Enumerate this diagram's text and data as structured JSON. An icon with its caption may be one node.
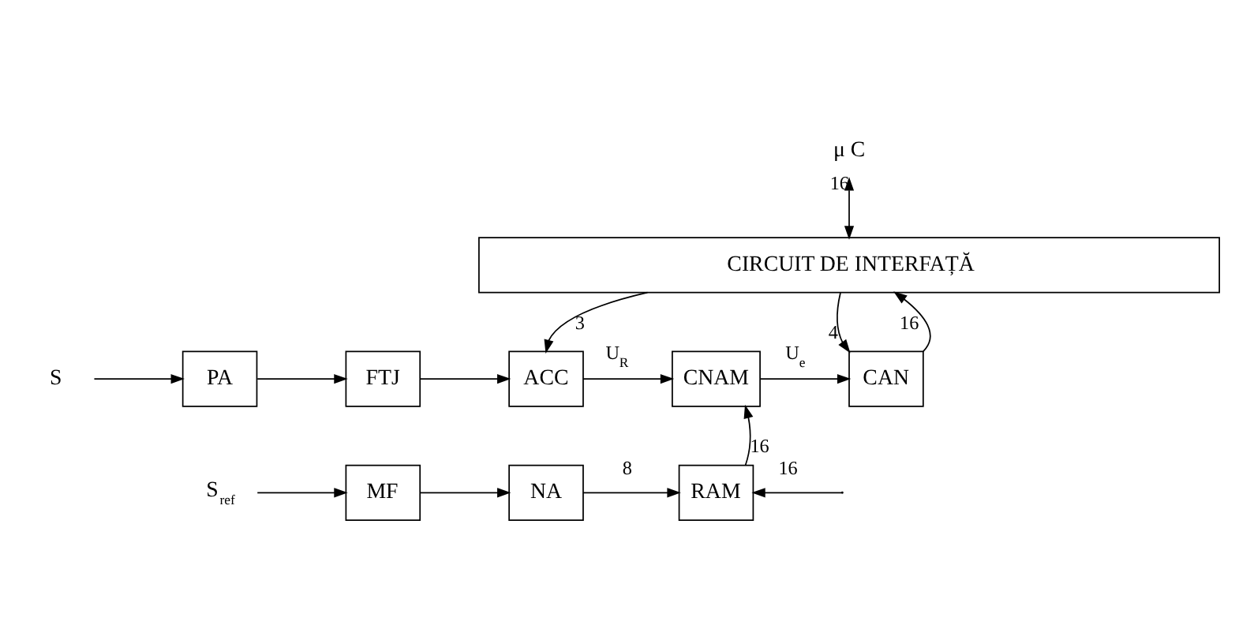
{
  "diagram": {
    "nodes": [
      {
        "text": [
          "μ C"
        ]
      },
      {
        "text": [
          "CIRCUIT DE INTERFAȚĂ"
        ]
      },
      {
        "text": [
          "S"
        ]
      },
      {
        "text": [
          "PA"
        ]
      },
      {
        "text": [
          "FTJ"
        ]
      },
      {
        "text": [
          "ACC"
        ]
      },
      {
        "text": [
          "CNAM"
        ]
      },
      {
        "text": [
          "CAN"
        ]
      },
      {
        "text": [
          "S$_{ref}$"
        ]
      },
      {
        "text": [
          "MF"
        ]
      },
      {
        "text": [
          "NA"
        ]
      },
      {
        "text": [
          "RAM"
        ]
      }
    ],
    "edges": [
      {
        "from": 0,
        "to": 1,
        "arrow": "both",
        "label": "16"
      },
      {
        "from": 1,
        "to": 5,
        "arrow": "to",
        "label": "3"
      },
      {
        "from": 1,
        "to": 7,
        "arrow": "to",
        "label": "4"
      },
      {
        "from": 7,
        "to": 1,
        "arrow": "to",
        "label": "16"
      },
      {
        "from": 2,
        "to": 3,
        "arrow": "to"
      },
      {
        "from": 3,
        "to": 4,
        "arrow": "to"
      },
      {
        "from": 4,
        "to": 5,
        "arrow": "to"
      },
      {
        "from": 5,
        "to": 6,
        "arrow": "to",
        "label": "U$_{R}$"
      },
      {
        "from": 6,
        "to": 7,
        "arrow": "to",
        "label": "U$_{e}$"
      },
      {
        "from": 8,
        "to": 9,
        "arrow": "to"
      },
      {
        "from": 9,
        "to": 10,
        "arrow": "to"
      },
      {
        "from": 10,
        "to": 11,
        "arrow": "to",
        "label": "8"
      },
      {
        "from": 11,
        "to": 6,
        "arrow": "to",
        "label": "16"
      },
      {
        "from": null,
        "to": 11,
        "arrow": "to",
        "label": "16"
      }
    ]
  }
}
